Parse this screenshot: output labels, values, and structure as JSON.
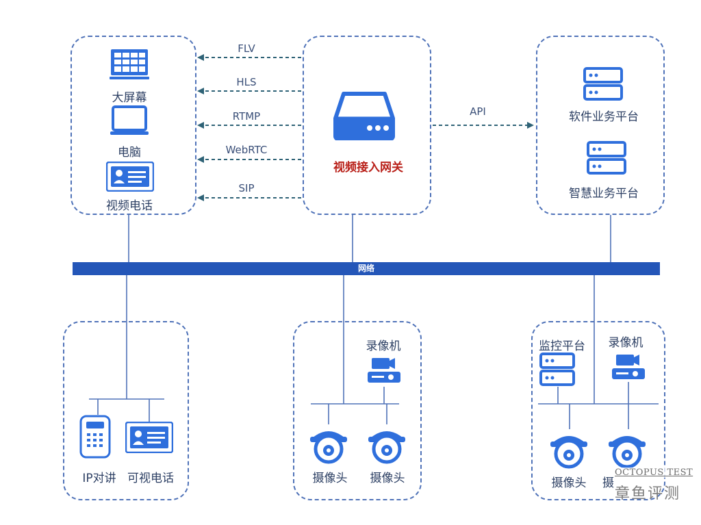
{
  "gateway": {
    "title": "视频接入网关"
  },
  "protocols": [
    "FLV",
    "HLS",
    "RTMP",
    "WebRTC",
    "SIP"
  ],
  "api": {
    "label": "API"
  },
  "clients": {
    "big_screen": "大屏幕",
    "computer": "电脑",
    "video_phone": "视频电话"
  },
  "platforms": {
    "software": "软件业务平台",
    "smart": "智慧业务平台"
  },
  "network": {
    "label": "网络"
  },
  "bottom_left": {
    "ip_intercom": "IP对讲",
    "video_phone": "可视电话"
  },
  "bottom_mid": {
    "recorder": "录像机",
    "camera_1": "摄像头",
    "camera_2": "摄像头"
  },
  "bottom_right": {
    "monitor_platform": "监控平台",
    "recorder": "录像机",
    "camera_1": "摄像头",
    "camera_2": "摄"
  },
  "watermark": {
    "en": "OCTOPUS TEST",
    "cn": "章鱼评测"
  },
  "colors": {
    "accent": "#2456b8",
    "icon": "#2f6fdc",
    "frame": "#4f72b8",
    "gateway_title": "#b9211a"
  }
}
